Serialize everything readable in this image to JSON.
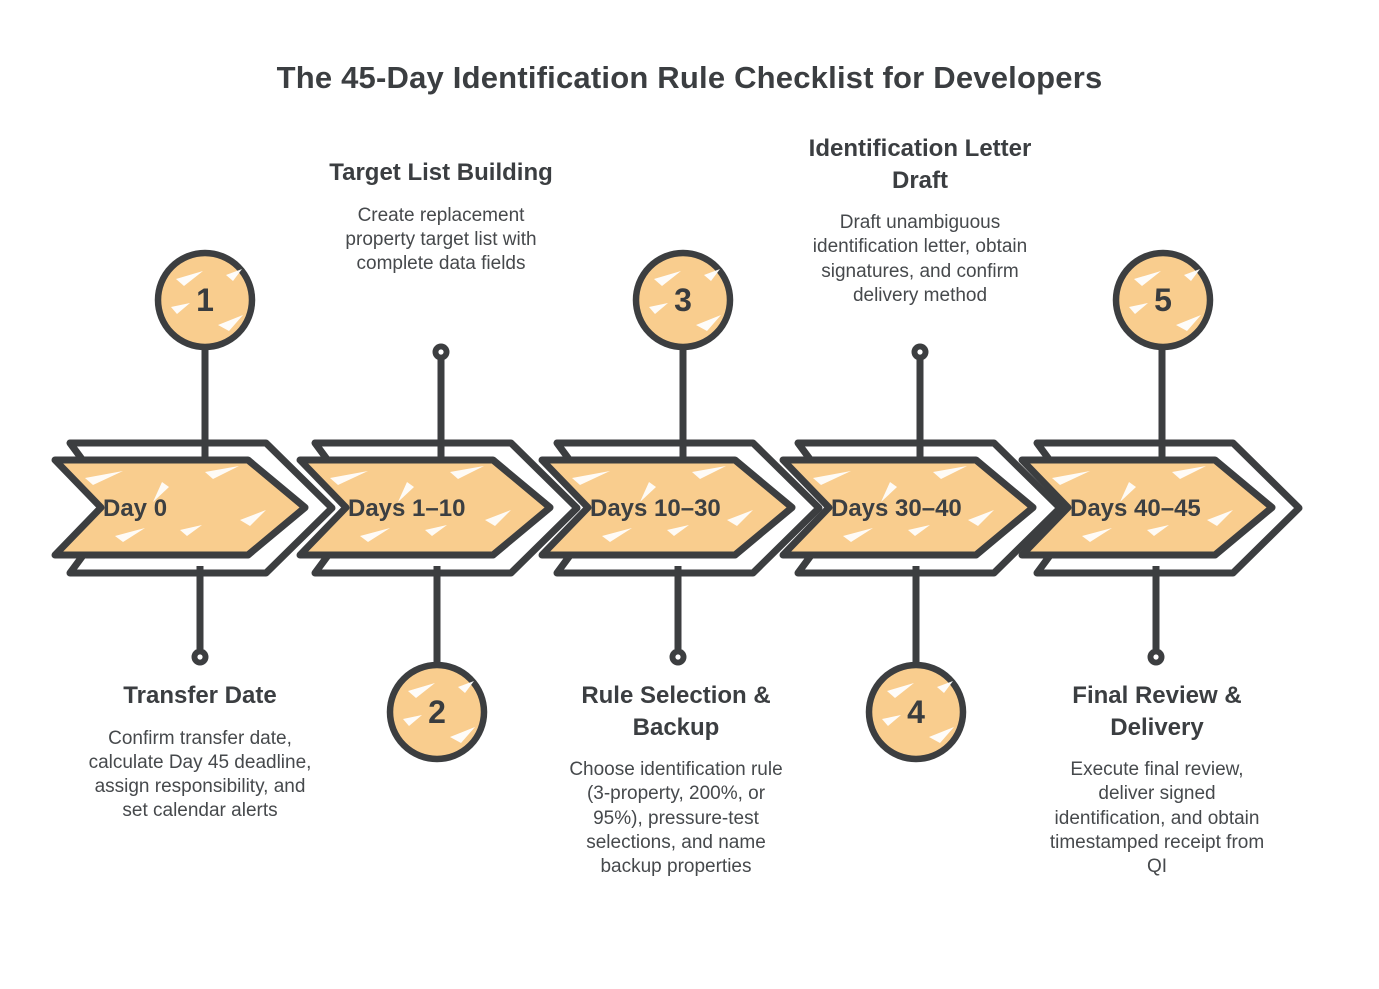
{
  "title": "The 45-Day Identification Rule Checklist for Developers",
  "colors": {
    "accent_fill": "#f9cd8e",
    "outline": "#3c3e40",
    "heading_text": "#3b3e41",
    "body_text": "#46494c"
  },
  "steps": [
    {
      "number": "1",
      "arrow_label": "Day 0",
      "heading": "Transfer Date",
      "description": "Confirm transfer date, calculate Day 45 deadline, assign responsibility, and set calendar alerts",
      "detail_position": "below"
    },
    {
      "number": "2",
      "arrow_label": "Days 1–10",
      "heading": "Target List Building",
      "description": "Create replacement property target list with complete data fields",
      "detail_position": "above"
    },
    {
      "number": "3",
      "arrow_label": "Days 10–30",
      "heading": "Rule Selection & Backup",
      "description": "Choose identification rule (3-property, 200%, or 95%), pressure-test selections, and name backup properties",
      "detail_position": "below"
    },
    {
      "number": "4",
      "arrow_label": "Days 30–40",
      "heading": "Identification Letter Draft",
      "description": "Draft unambiguous identification letter, obtain signatures, and confirm delivery method",
      "detail_position": "above"
    },
    {
      "number": "5",
      "arrow_label": "Days 40–45",
      "heading": "Final Review & Delivery",
      "description": "Execute final review, deliver signed identification, and obtain timestamped receipt from QI",
      "detail_position": "below"
    }
  ]
}
